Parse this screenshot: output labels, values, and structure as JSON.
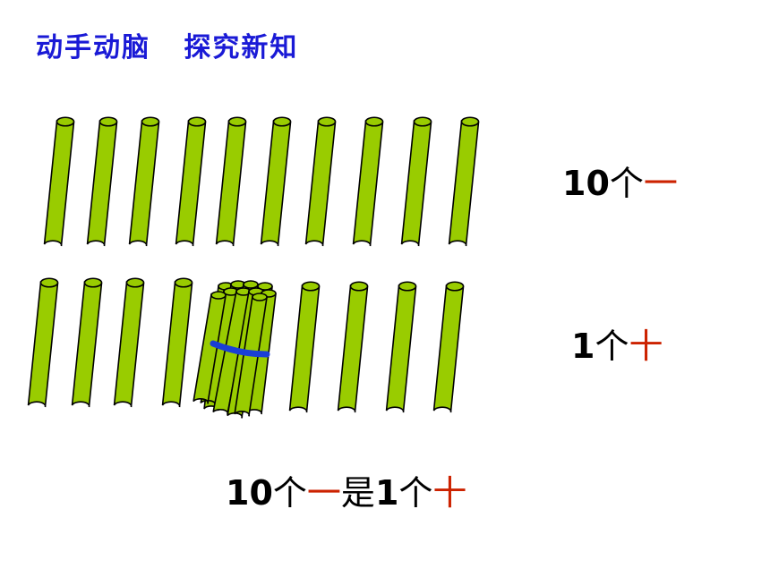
{
  "title": "动手动脑   探究新知",
  "colors": {
    "title": "#1a1ad6",
    "stick_fill": "#99cc00",
    "stick_stroke": "#000000",
    "bundle_band": "#1a3fd6",
    "highlight": "#cc2200",
    "text": "#000000"
  },
  "top_row": {
    "stick_count": 10
  },
  "bottom_row": {
    "loose_sticks_left": 4,
    "loose_sticks_right": 4,
    "bundle_stick_count": 10
  },
  "labels": {
    "ten_ones": {
      "num": "10",
      "measure": "个",
      "unit": "一"
    },
    "one_ten": {
      "num": "1",
      "measure": "个",
      "unit": "十"
    },
    "summary": {
      "num1": "10",
      "measure1": "个",
      "unit1": "一",
      "verb": "是",
      "num2": "1",
      "measure2": "个",
      "unit2": "十"
    }
  }
}
